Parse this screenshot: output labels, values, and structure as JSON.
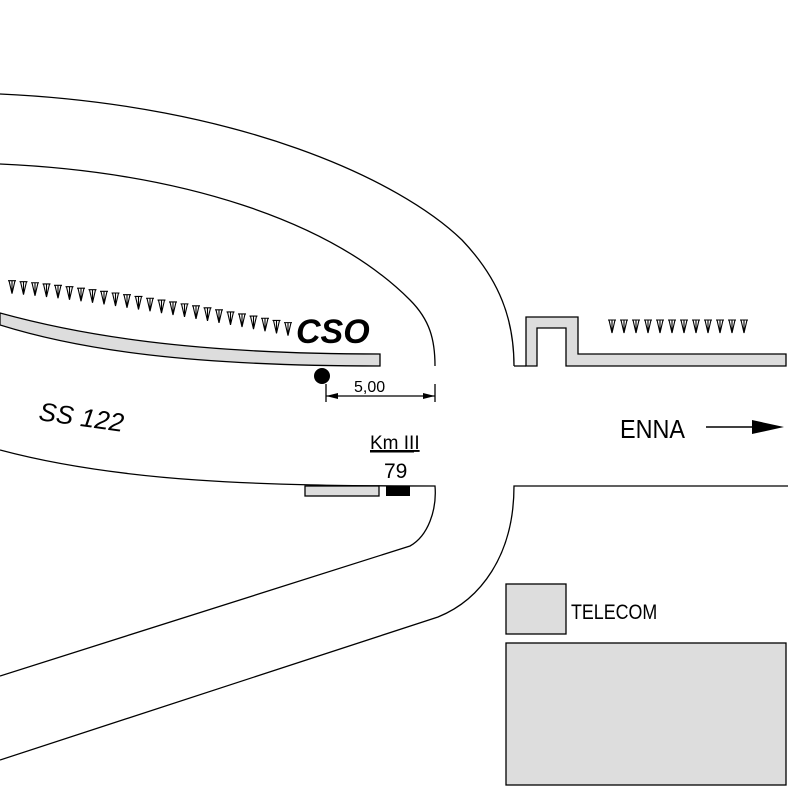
{
  "labels": {
    "station": "CSO",
    "road": "SS 122",
    "distance": "5,00",
    "km_line1": "Km III",
    "km_line2": "79",
    "destination": "ENNA",
    "building": "TELECOM"
  },
  "colors": {
    "line": "#000000",
    "fill": "#dddddd",
    "marker": "#000000",
    "background": "#ffffff"
  },
  "icons": {
    "station_marker": "filled-circle",
    "direction": "arrow-right",
    "embankment": "triangle-ticks"
  }
}
